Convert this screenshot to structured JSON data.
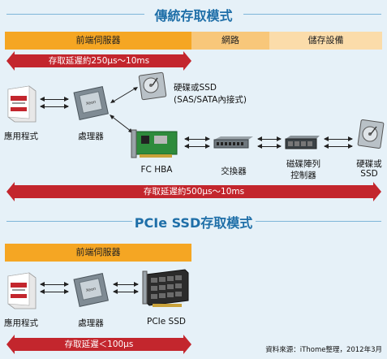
{
  "section1": {
    "title": "傳統存取模式",
    "bands": {
      "frontend": "前端伺服器",
      "network": "網路",
      "storage": "儲存設備"
    },
    "latency_short": "存取延遲約250μs～10ms",
    "latency_long": "存取延遲約500μs～10ms",
    "labels": {
      "app": "應用程式",
      "cpu": "處理器",
      "hdd_direct": "硬碟或SSD",
      "hdd_direct_sub": "(SAS/SATA內接式)",
      "hba": "FC HBA",
      "switch": "交換器",
      "raid_1": "磁碟陣列",
      "raid_2": "控制器",
      "hdd_remote_1": "硬碟或",
      "hdd_remote_2": "SSD"
    }
  },
  "section2": {
    "title": "PCIe SSD存取模式",
    "bands": {
      "frontend": "前端伺服器"
    },
    "latency": "存取延遲＜100μs",
    "labels": {
      "app": "應用程式",
      "cpu": "處理器",
      "pcie": "PCIe SSD"
    }
  },
  "source": "資料來源：iThome整理，2012年3月",
  "colors": {
    "title_blue": "#1f6fa8",
    "band_orange": "#f5a623",
    "band_light": "#f8c77a",
    "band_lighter": "#fbdcaa",
    "latency_red": "#c3262d",
    "background": "#e6f1f8"
  }
}
